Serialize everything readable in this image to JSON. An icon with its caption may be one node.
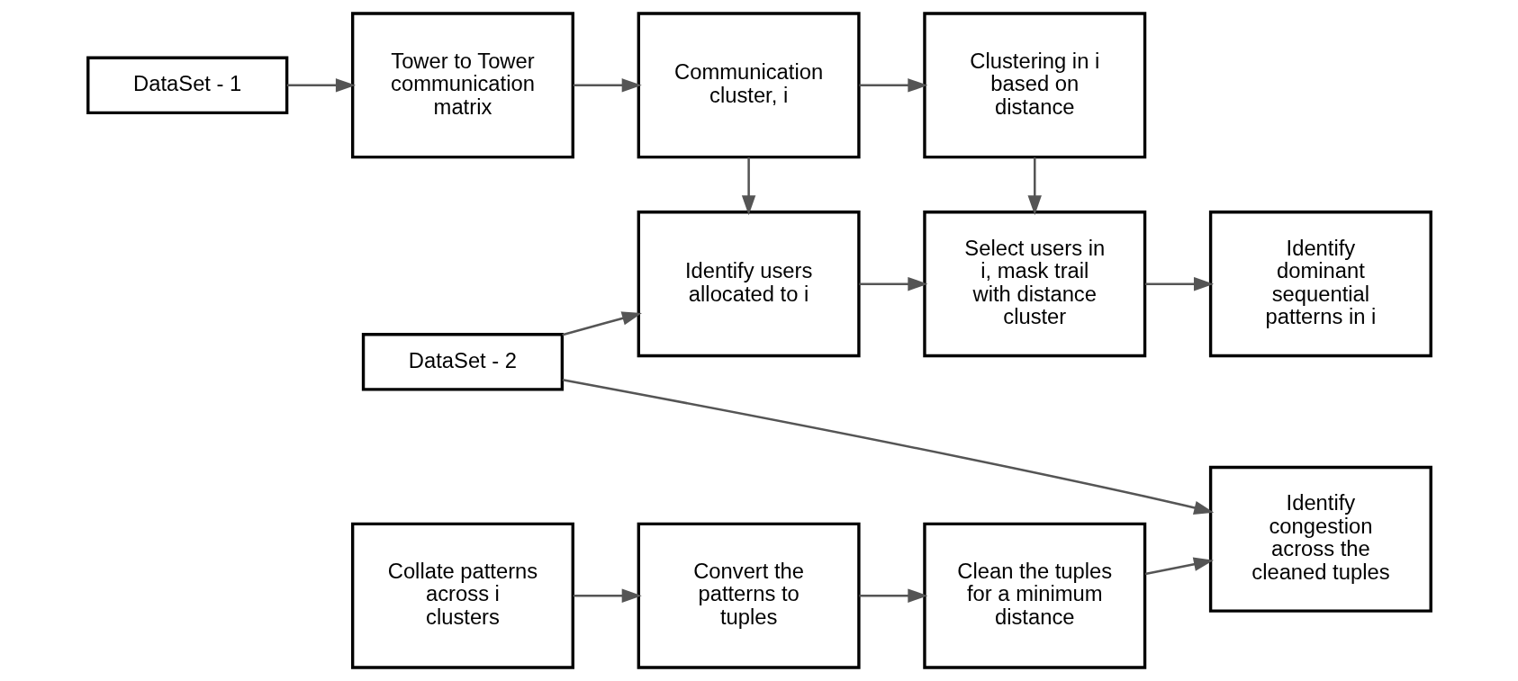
{
  "diagram": {
    "nodes": [
      {
        "text": [
          "DataSet - 1"
        ]
      },
      {
        "text": [
          "Tower to Tower communication matrix"
        ]
      },
      {
        "text": [
          "Communication cluster, i"
        ]
      },
      {
        "text": [
          "Clustering in i based on distance"
        ]
      },
      {
        "text": [
          "DataSet - 2"
        ]
      },
      {
        "text": [
          "Identify users allocated to i"
        ]
      },
      {
        "text": [
          "Select users in i, mask trail with distance cluster"
        ]
      },
      {
        "text": [
          "Identify dominant sequential patterns in i"
        ]
      },
      {
        "text": [
          "Collate patterns across i clusters"
        ]
      },
      {
        "text": [
          "Convert the patterns to tuples"
        ]
      },
      {
        "text": [
          "Clean the tuples for a minimum distance"
        ]
      },
      {
        "text": [
          "Identify congestion across the cleaned tuples"
        ]
      }
    ],
    "edges": [
      {
        "from": 0,
        "to": 1,
        "arrow": "to"
      },
      {
        "from": 1,
        "to": 2,
        "arrow": "to"
      },
      {
        "from": 2,
        "to": 3,
        "arrow": "to"
      },
      {
        "from": 2,
        "to": 5,
        "arrow": "to"
      },
      {
        "from": 3,
        "to": 6,
        "arrow": "to"
      },
      {
        "from": 4,
        "to": 5,
        "arrow": "to"
      },
      {
        "from": 5,
        "to": 6,
        "arrow": "to"
      },
      {
        "from": 6,
        "to": 7,
        "arrow": "to"
      },
      {
        "from": 8,
        "to": 9,
        "arrow": "to"
      },
      {
        "from": 9,
        "to": 10,
        "arrow": "to"
      },
      {
        "from": 10,
        "to": 11,
        "arrow": "to"
      },
      {
        "from": 4,
        "to": 11,
        "arrow": "to"
      }
    ]
  }
}
